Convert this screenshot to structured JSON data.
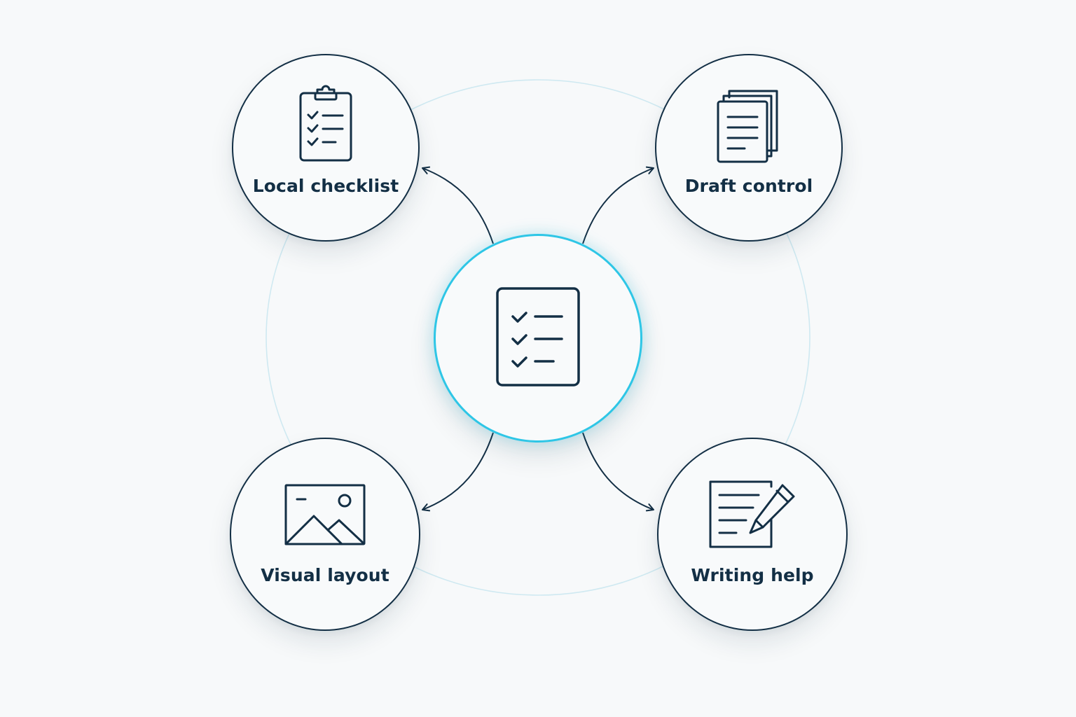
{
  "diagram": {
    "center": {
      "icon": "checklist-document-icon",
      "accent_color": "#2ec6e6"
    },
    "nodes": [
      {
        "id": "local-checklist",
        "label": "Local checklist",
        "icon": "clipboard-checklist-icon"
      },
      {
        "id": "draft-control",
        "label": "Draft control",
        "icon": "stacked-documents-icon"
      },
      {
        "id": "visual-layout",
        "label": "Visual layout",
        "icon": "image-landscape-icon"
      },
      {
        "id": "writing-help",
        "label": "Writing help",
        "icon": "document-pencil-icon"
      }
    ],
    "colors": {
      "stroke": "#132f45",
      "ring": "#cfe9f1",
      "background": "#f7f9fa"
    }
  }
}
